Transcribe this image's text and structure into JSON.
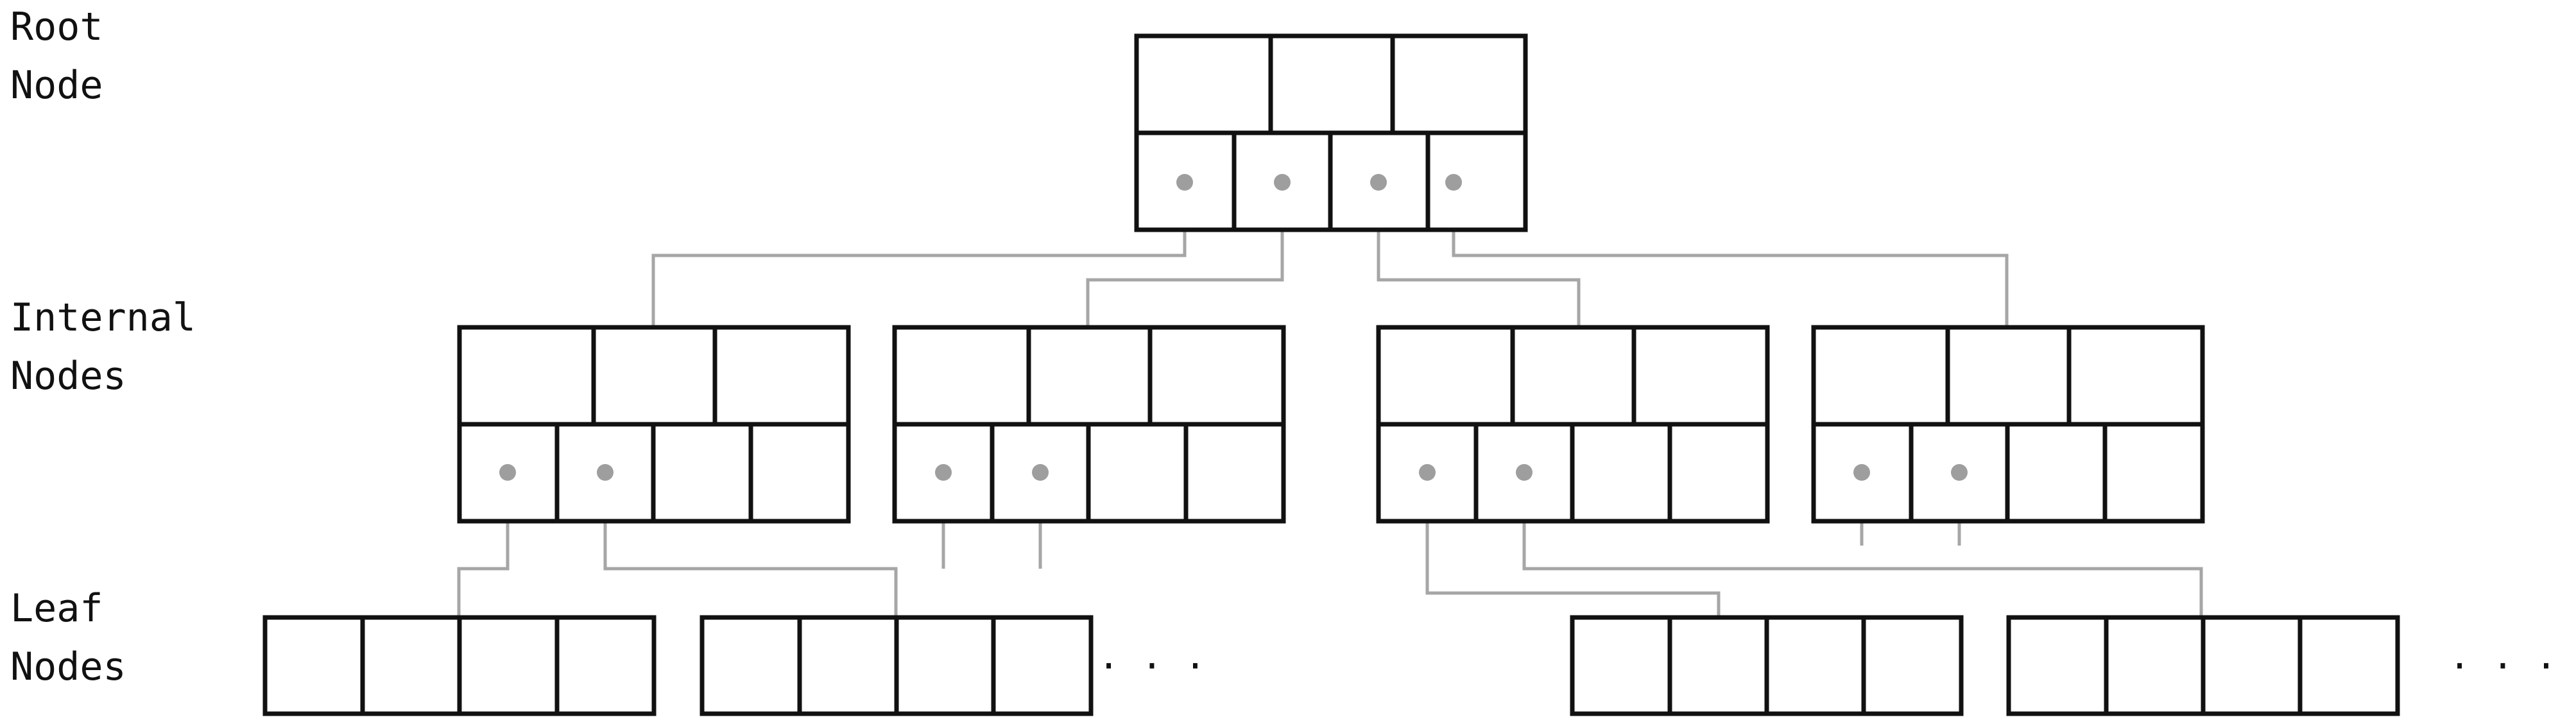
{
  "labels": {
    "root": [
      "Root",
      "Node"
    ],
    "internal": [
      "Internal",
      "Nodes"
    ],
    "leaf": [
      "Leaf",
      "Nodes"
    ]
  },
  "ellipsis": "· · ·",
  "colors": {
    "node_border": "#111111",
    "connector": "#a6a6a6",
    "pointer_dot": "#9e9e9e",
    "background": "#ffffff"
  },
  "structure": {
    "root_count": 1,
    "internal_count": 4,
    "leaf_count_shown": 4,
    "keys_per_node": 3,
    "pointers_per_node": 4,
    "cells_per_leaf": 4
  }
}
